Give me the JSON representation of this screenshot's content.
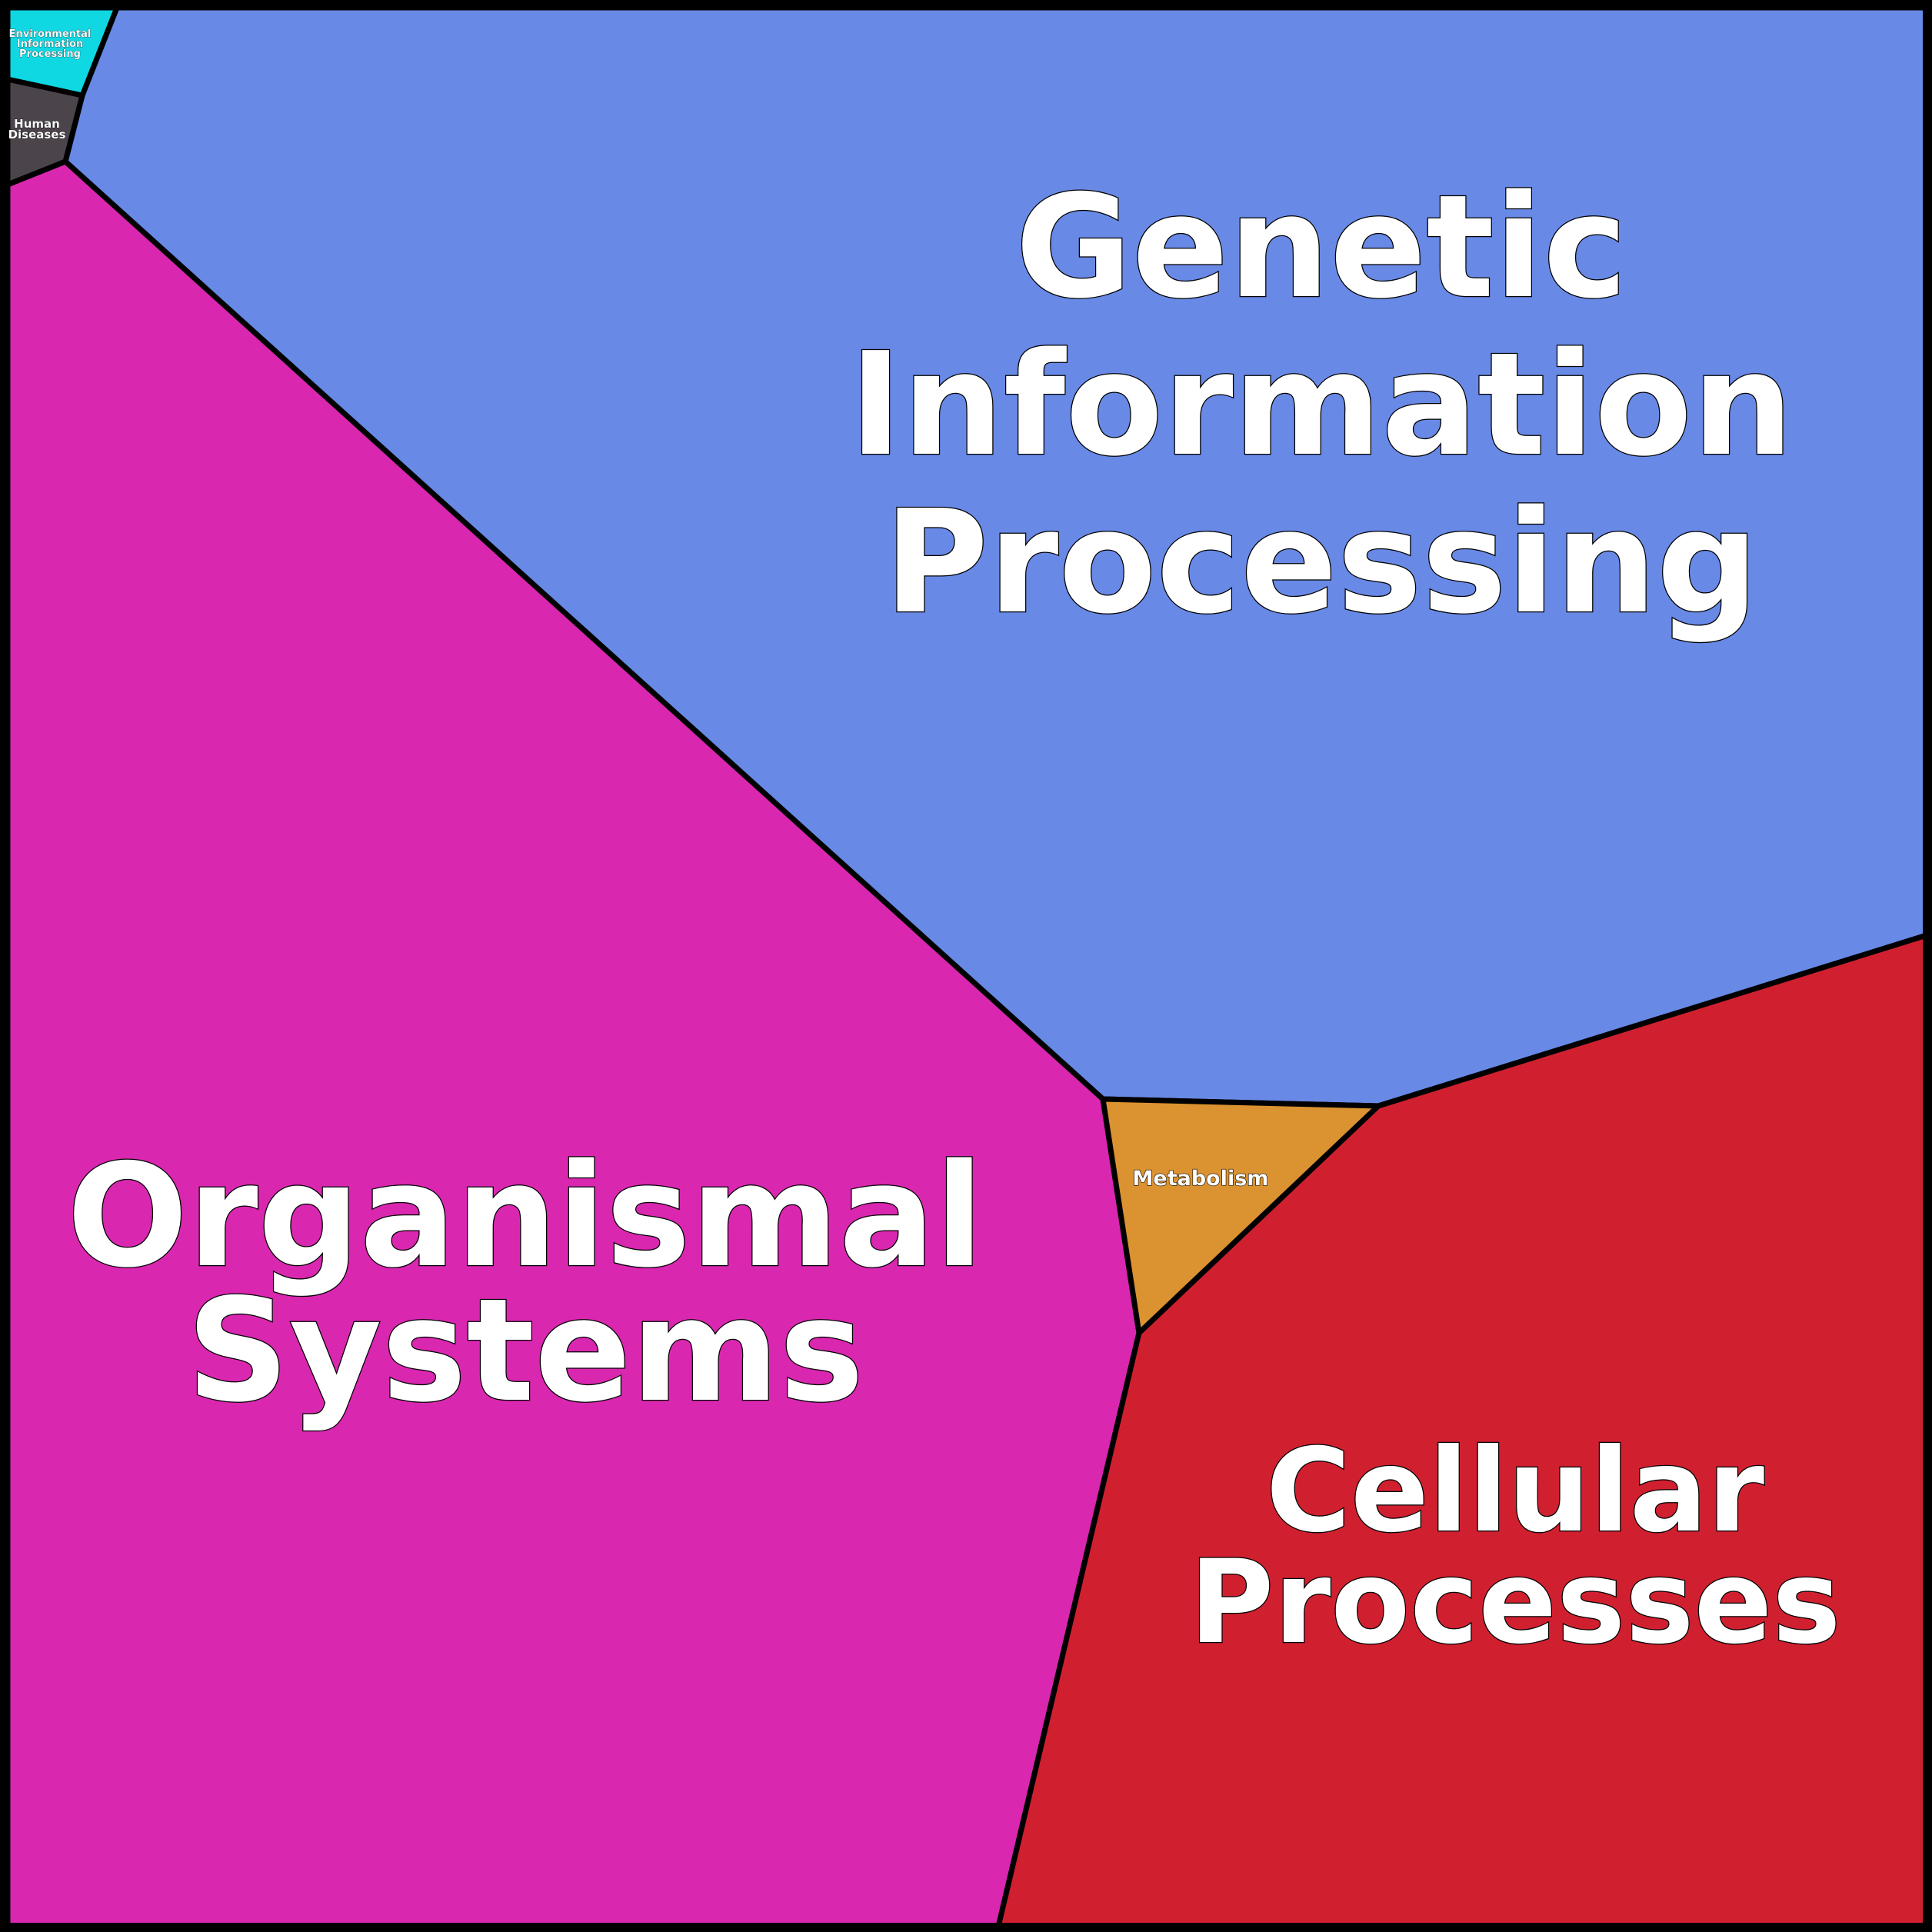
{
  "chart_data": {
    "type": "voronoi_treemap",
    "categories": [
      "Genetic Information Processing",
      "Organismal Systems",
      "Cellular Processes",
      "Metabolism",
      "Human Diseases",
      "Environmental Information Processing"
    ],
    "cells": [
      {
        "key": "genetic",
        "label_lines": [
          "Genetic",
          "Information",
          "Processing"
        ],
        "color": "#6889E5"
      },
      {
        "key": "organismal",
        "label_lines": [
          "Organismal",
          "Systems"
        ],
        "color": "#D927B0"
      },
      {
        "key": "cellular",
        "label_lines": [
          "Cellular",
          "Processes"
        ],
        "color": "#D02030"
      },
      {
        "key": "metabolism",
        "label_lines": [
          "Metabolism"
        ],
        "color": "#DB9230"
      },
      {
        "key": "human",
        "label_lines": [
          "Human",
          "Diseases"
        ],
        "color": "#4B444B"
      },
      {
        "key": "environmental",
        "label_lines": [
          "Environmental",
          "Information",
          "Processing"
        ],
        "color": "#10D8E3"
      }
    ],
    "border_color": "#000000",
    "label_color": "#FFFFFF"
  }
}
